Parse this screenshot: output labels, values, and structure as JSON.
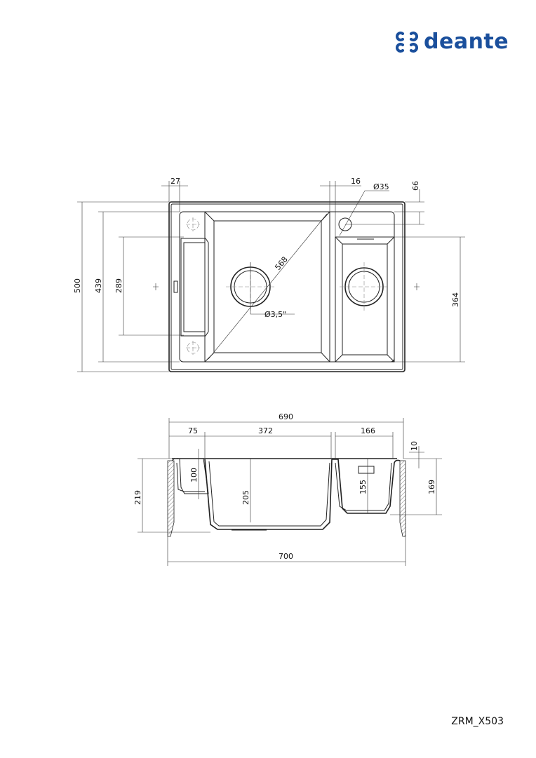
{
  "brand": {
    "name": "deante",
    "color": "#1a4f9c"
  },
  "model_code": "ZRM_X503",
  "top_view": {
    "dims": {
      "d27": "27",
      "d16": "16",
      "d35": "Ø35",
      "d66": "66",
      "d500": "500",
      "d439": "439",
      "d289": "289",
      "d364": "364",
      "d568": "568",
      "drain": "Ø3,5\""
    }
  },
  "section_view": {
    "dims": {
      "d690": "690",
      "d75": "75",
      "d372": "372",
      "d166": "166",
      "d10": "10",
      "d219": "219",
      "d100": "100",
      "d205": "205",
      "d155": "155",
      "d169": "169",
      "d700": "700"
    }
  }
}
